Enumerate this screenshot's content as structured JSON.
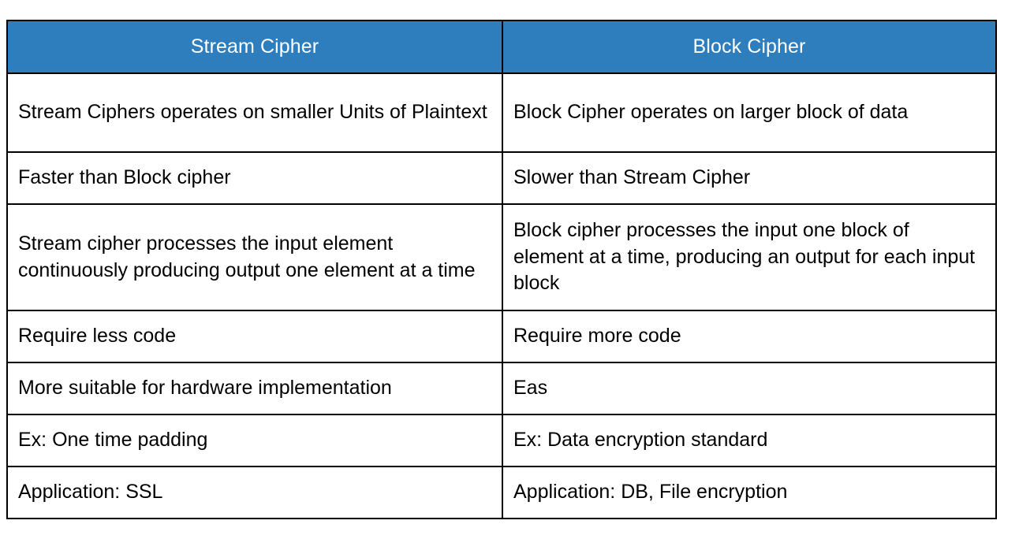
{
  "document": {
    "title": "Stream Cipher vs Block Cipher comparison table",
    "accent_color": "#2e7ebe",
    "header_text_color": "#ffffff",
    "border_color": "#000000",
    "body_text_color": "#000000",
    "background_color": "#ffffff"
  },
  "table": {
    "headers": [
      "Stream Cipher",
      "Block Cipher"
    ],
    "rows": [
      {
        "left": "Stream Ciphers operates on smaller Units of Plaintext",
        "right": "Block Cipher operates on larger block of data"
      },
      {
        "left": "Faster than Block cipher",
        "right": "Slower than Stream Cipher"
      },
      {
        "left": "Stream cipher processes the input element continuously producing output one element at a time",
        "right": "Block cipher processes the input one block of element at a time, producing an output for each input block"
      },
      {
        "left": "Require less code",
        "right": "Require more code"
      },
      {
        "left": "More suitable for hardware implementation",
        "right": "Eas"
      },
      {
        "left": "Ex: One time padding",
        "right": "Ex: Data encryption standard"
      },
      {
        "left": "Application: SSL",
        "right": "Application: DB, File encryption"
      }
    ]
  }
}
